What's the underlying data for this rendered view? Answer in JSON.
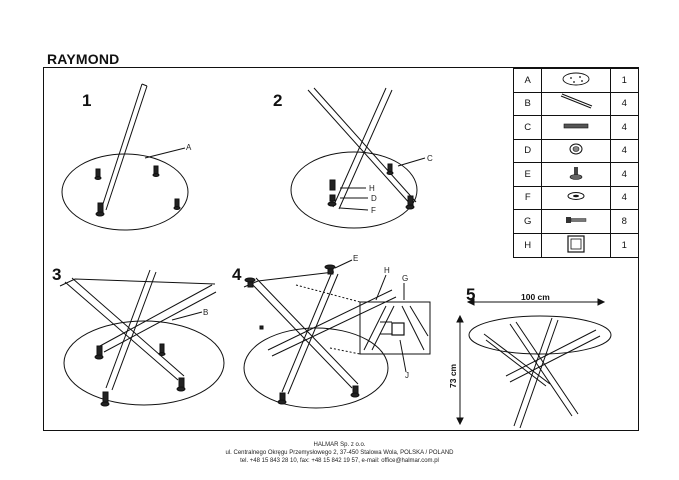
{
  "header": {
    "title": "RAYMOND"
  },
  "steps": [
    "1",
    "2",
    "3",
    "4",
    "5"
  ],
  "callouts": {
    "a": "A",
    "b": "B",
    "c": "C",
    "d": "D",
    "e": "E",
    "f": "F",
    "g": "G",
    "h": "H",
    "j": "J"
  },
  "dimensions": {
    "width": "100 cm",
    "height": "73 cm"
  },
  "parts": [
    {
      "letter": "A",
      "icon": "glass-tabletop-icon",
      "qty": "1"
    },
    {
      "letter": "B",
      "icon": "leg-icon",
      "qty": "4"
    },
    {
      "letter": "C",
      "icon": "threaded-rod-icon",
      "qty": "4"
    },
    {
      "letter": "D",
      "icon": "suction-pad-icon",
      "qty": "4"
    },
    {
      "letter": "E",
      "icon": "bolt-mount-icon",
      "qty": "4"
    },
    {
      "letter": "F",
      "icon": "washer-icon",
      "qty": "4"
    },
    {
      "letter": "G",
      "icon": "screw-icon",
      "qty": "8"
    },
    {
      "letter": "H",
      "icon": "square-bracket-icon",
      "qty": "1"
    }
  ],
  "footer": {
    "company": "HALMAR Sp. z o.o.",
    "address": "ul. Centralnego Okręgu Przemysłowego 2, 37-450 Stalowa Wola, POLSKA / POLAND",
    "contact": "tel. +48 15 843 28 10, fax: +48 15 842 19 57, e-mail: office@halmar.com.pl"
  }
}
